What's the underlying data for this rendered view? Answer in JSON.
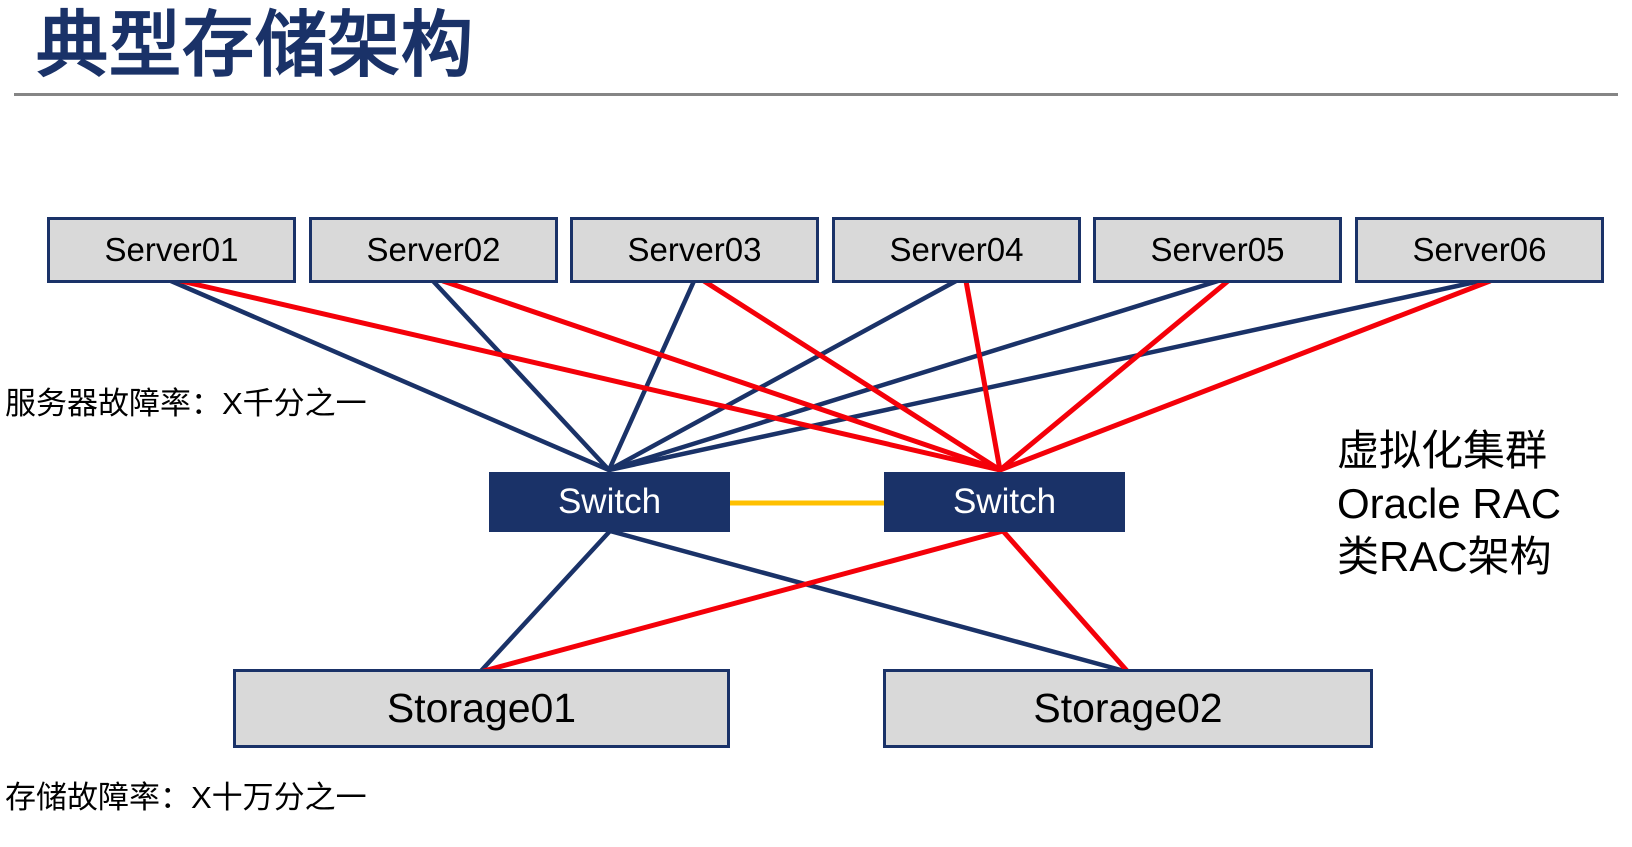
{
  "title": "典型存储架构",
  "servers": [
    "Server01",
    "Server02",
    "Server03",
    "Server04",
    "Server05",
    "Server06"
  ],
  "switches": {
    "left": "Switch",
    "right": "Switch"
  },
  "storages": {
    "left": "Storage01",
    "right": "Storage02"
  },
  "annotations": {
    "server_failure_rate": "服务器故障率：X千分之一",
    "storage_failure_rate": "存储故障率：X十万分之一",
    "cluster_note": [
      "虚拟化集群",
      "Oracle RAC",
      "类RAC架构"
    ]
  },
  "colors": {
    "navy": "#1A3268",
    "red": "#F40009",
    "yellow": "#FFC000",
    "box_fill": "#D9D9D9",
    "divider": "#858585"
  },
  "connections": [
    {
      "from": "server01",
      "to": "switch-a",
      "color": "navy"
    },
    {
      "from": "server02",
      "to": "switch-a",
      "color": "navy"
    },
    {
      "from": "server03",
      "to": "switch-a",
      "color": "navy"
    },
    {
      "from": "server04",
      "to": "switch-a",
      "color": "navy"
    },
    {
      "from": "server05",
      "to": "switch-a",
      "color": "navy"
    },
    {
      "from": "server06",
      "to": "switch-a",
      "color": "navy"
    },
    {
      "from": "server01",
      "to": "switch-b",
      "color": "red"
    },
    {
      "from": "server02",
      "to": "switch-b",
      "color": "red"
    },
    {
      "from": "server03",
      "to": "switch-b",
      "color": "red"
    },
    {
      "from": "server04",
      "to": "switch-b",
      "color": "red"
    },
    {
      "from": "server05",
      "to": "switch-b",
      "color": "red"
    },
    {
      "from": "server06",
      "to": "switch-b",
      "color": "red"
    },
    {
      "from": "switch-a",
      "to": "switch-b",
      "color": "yellow"
    },
    {
      "from": "switch-a",
      "to": "storage01",
      "color": "navy"
    },
    {
      "from": "switch-a",
      "to": "storage02",
      "color": "navy"
    },
    {
      "from": "switch-b",
      "to": "storage01",
      "color": "red"
    },
    {
      "from": "switch-b",
      "to": "storage02",
      "color": "red"
    }
  ]
}
